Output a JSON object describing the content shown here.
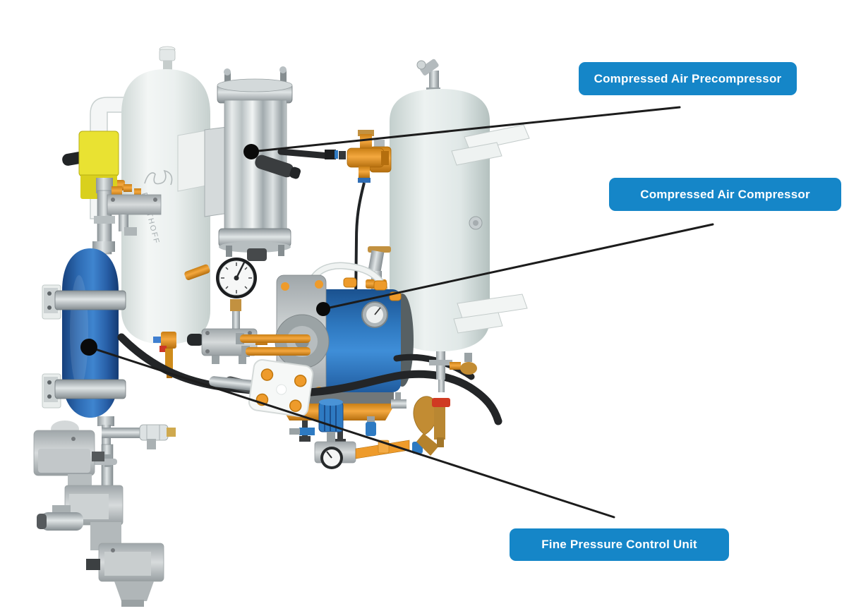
{
  "colors": {
    "background": "#ffffff",
    "label_bg": "#1586c8",
    "label_text": "#ffffff",
    "leader_line": "#1c1c1c",
    "marker_dot": "#0a0a0a"
  },
  "callouts": [
    {
      "label": "Compressed Air Precompressor"
    },
    {
      "label": "Compressed Air Compressor"
    },
    {
      "label": "Fine Pressure Control Unit"
    }
  ],
  "equipment": {
    "tank_brand_text": "POTTHOFF"
  }
}
